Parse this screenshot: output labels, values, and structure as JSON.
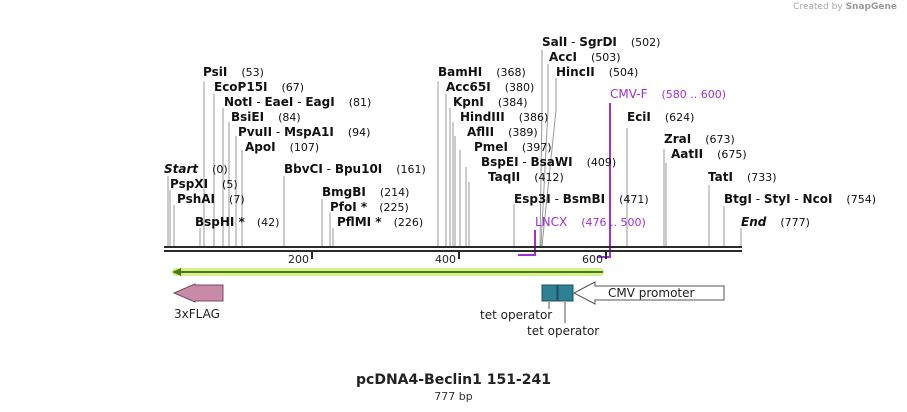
{
  "watermark": {
    "prefix": "Created by",
    "brand": "SnapGene"
  },
  "map": {
    "title": "pcDNA4-Beclin1 151-241",
    "length_label": "777 bp",
    "sites": [
      {
        "name": "SalI",
        "name2": "SgrDI",
        "pos": "(502)",
        "site": 502,
        "label_bold": true
      },
      {
        "name": "AccI",
        "pos": "(503)",
        "site": 503,
        "label_bold": true
      },
      {
        "name": "HincII",
        "pos": "(504)",
        "site": 504,
        "label_bold": true
      },
      {
        "name": "CMV-F",
        "pos": "(580 .. 600)",
        "site": 600,
        "primer": true
      },
      {
        "name": "BamHI",
        "pos": "(368)",
        "site": 368,
        "label_bold": true
      },
      {
        "name": "Acc65I",
        "pos": "(380)",
        "site": 380,
        "label_bold": true
      },
      {
        "name": "KpnI",
        "pos": "(384)",
        "site": 384,
        "label_bold": true
      },
      {
        "name": "HindIII",
        "pos": "(386)",
        "site": 386,
        "label_bold": true
      },
      {
        "name": "AflII",
        "pos": "(389)",
        "site": 389,
        "label_bold": true
      },
      {
        "name": "PmeI",
        "pos": "(397)",
        "site": 397,
        "label_bold": true
      },
      {
        "name": "BspEI",
        "name2": "BsaWI",
        "pos": "(409)",
        "site": 409,
        "label_bold": true
      },
      {
        "name": "TaqII",
        "pos": "(412)",
        "site": 412,
        "label_bold": true
      },
      {
        "name": "Esp3I",
        "name2": "BsmBI",
        "pos": "(471)",
        "site": 471,
        "label_bold": true
      },
      {
        "name": "LNCX",
        "pos": "(476 .. 500)",
        "site": 500,
        "primer": true
      },
      {
        "name": "EciI",
        "pos": "(624)",
        "site": 624,
        "label_bold": true
      },
      {
        "name": "ZraI",
        "pos": "(673)",
        "site": 673,
        "label_bold": true
      },
      {
        "name": "AatII",
        "pos": "(675)",
        "site": 675,
        "label_bold": true
      },
      {
        "name": "TatI",
        "pos": "(733)",
        "site": 733,
        "label_bold": true
      },
      {
        "name": "BtgI",
        "name2": "StyI",
        "name3": "NcoI",
        "pos": "(754)",
        "site": 754,
        "label_bold": true
      },
      {
        "name": "End",
        "pos": "(777)",
        "site": 777,
        "italic": true
      },
      {
        "name": "PsiI",
        "pos": "(53)",
        "site": 53,
        "label_bold": true
      },
      {
        "name": "EcoP15I",
        "pos": "(67)",
        "site": 67,
        "label_bold": true
      },
      {
        "name": "NotI",
        "name2": "EaeI",
        "name3": "EagI",
        "pos": "(81)",
        "site": 81,
        "label_bold": true
      },
      {
        "name": "BsiEI",
        "pos": "(84)",
        "site": 84,
        "label_bold": true
      },
      {
        "name": "PvuII",
        "name2": "MspA1I",
        "pos": "(94)",
        "site": 94,
        "label_bold": true
      },
      {
        "name": "ApoI",
        "pos": "(107)",
        "site": 107,
        "label_bold": true
      },
      {
        "name": "BbvCI",
        "name2": "Bpu10I",
        "pos": "(161)",
        "site": 161,
        "label_bold": true
      },
      {
        "name": "Start",
        "pos": "(0)",
        "site": 0,
        "italic": true
      },
      {
        "name": "PspXI",
        "pos": "(5)",
        "site": 5,
        "label_bold": true
      },
      {
        "name": "PshAI",
        "pos": "(7)",
        "site": 7,
        "label_bold": true
      },
      {
        "name": "BspHI *",
        "pos": "(42)",
        "site": 42,
        "label_bold": true
      },
      {
        "name": "BmgBI",
        "pos": "(214)",
        "site": 214,
        "label_bold": true
      },
      {
        "name": "PfoI *",
        "pos": "(225)",
        "site": 225,
        "label_bold": true
      },
      {
        "name": "PflMI *",
        "pos": "(226)",
        "site": 226,
        "label_bold": true
      }
    ],
    "ticks": [
      "200",
      "400",
      "600"
    ],
    "features": {
      "flag": "3xFLAG",
      "tet_operator_1": "tet operator",
      "tet_operator_2": "tet operator",
      "cmv_promoter": "CMV promoter"
    },
    "colors": {
      "backbone": "#2b2b2b",
      "primer": "#a030d8",
      "orf_arrow": "#4a7a1a",
      "orf_glow": "#d6f090",
      "flag_fill": "#c98aa8",
      "operator_fill": "#2f7f95"
    }
  }
}
